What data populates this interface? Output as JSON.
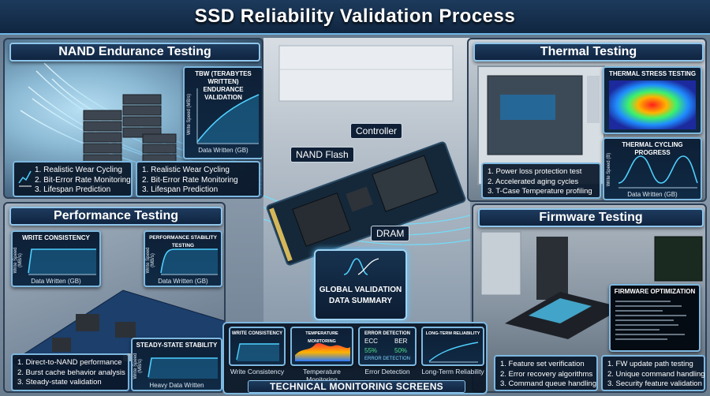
{
  "title": "SSD Reliability Validation Process",
  "nand": {
    "title": "NAND Endurance Testing",
    "chart_title_1": "TBW (TERABYTES WRITTEN)",
    "chart_title_2": "ENDURANCE VALIDATION",
    "ylabel": "Write Speed (MB/s)",
    "xlabel": "Data Written (GB)",
    "list_a": [
      "1. Realistic Wear Cycling",
      "2. Bit-Error Rate Monitoring",
      "3. Lifespan Prediction"
    ],
    "list_b": [
      "1. Realistic Wear Cycling",
      "2. Bit-Error Rate Monitoring",
      "3. Lifespan Prediction"
    ]
  },
  "performance": {
    "title": "Performance Testing",
    "chart_a": {
      "title": "WRITE CONSISTENCY",
      "ylabel": "Write Speed (MB/s)",
      "xlabel": "Data Written (GB)"
    },
    "chart_b": {
      "title": "PERFORMANCE STABILITY TESTING",
      "ylabel": "Write Speed (MB/s)",
      "xlabel": "Data Written (GB)"
    },
    "chart_c": {
      "title": "STEADY-STATE STABILITY",
      "ylabel": "Write Speed (MB/s)",
      "xlabel": "Heavy Data Written"
    },
    "list": [
      "1. Direct-to-NAND performance",
      "2. Burst cache behavior analysis",
      "3. Steady-state validation"
    ]
  },
  "thermal": {
    "title": "Thermal Testing",
    "chart_a": {
      "title": "THERMAL STRESS TESTING"
    },
    "chart_b": {
      "title": "THERMAL CYCLING PROGRESS",
      "ylabel": "Write Speed (B)",
      "xlabel": "Data Written (GB)"
    },
    "list": [
      "1. Power loss protection test",
      "2. Accelerated aging cycles",
      "3. T-Case Temperature profiling"
    ]
  },
  "firmware": {
    "title": "Firmware Testing",
    "terminal_title": "FIRMWARE OPTIMIZATION",
    "list_a": [
      "1. Feature set verification",
      "2. Error recovery algorithms",
      "3. Command queue handling"
    ],
    "list_b": [
      "1. FW update path testing",
      "2. Unique command handling",
      "3. Security feature validation"
    ]
  },
  "center": {
    "labels": {
      "controller": "Controller",
      "nand_flash": "NAND Flash",
      "dram": "DRAM"
    },
    "summary": {
      "line1": "GLOBAL VALIDATION",
      "line2": "DATA SUMMARY"
    }
  },
  "monitoring": {
    "footer": "TECHNICAL MONITORING SCREENS",
    "screens": [
      {
        "title": "WRITE CONSISTENCY",
        "caption": "Write Consistency"
      },
      {
        "title": "TEMPERATURE MONITORING",
        "caption": "Temperature Monitoring"
      },
      {
        "title": "ERROR DETECTION",
        "caption": "Error Detection",
        "ecc_label": "ECC",
        "ber_label": "BER",
        "ecc_value": "55%",
        "ber_value": "50%",
        "sub": "ERROR DETECTION"
      },
      {
        "title": "LONG-TERM RELIABILITY",
        "caption": "Long-Term Reliability"
      }
    ]
  },
  "colors": {
    "accent": "#7db8e0",
    "panel": "#0d1f35",
    "curve": "#4fd0ff"
  }
}
